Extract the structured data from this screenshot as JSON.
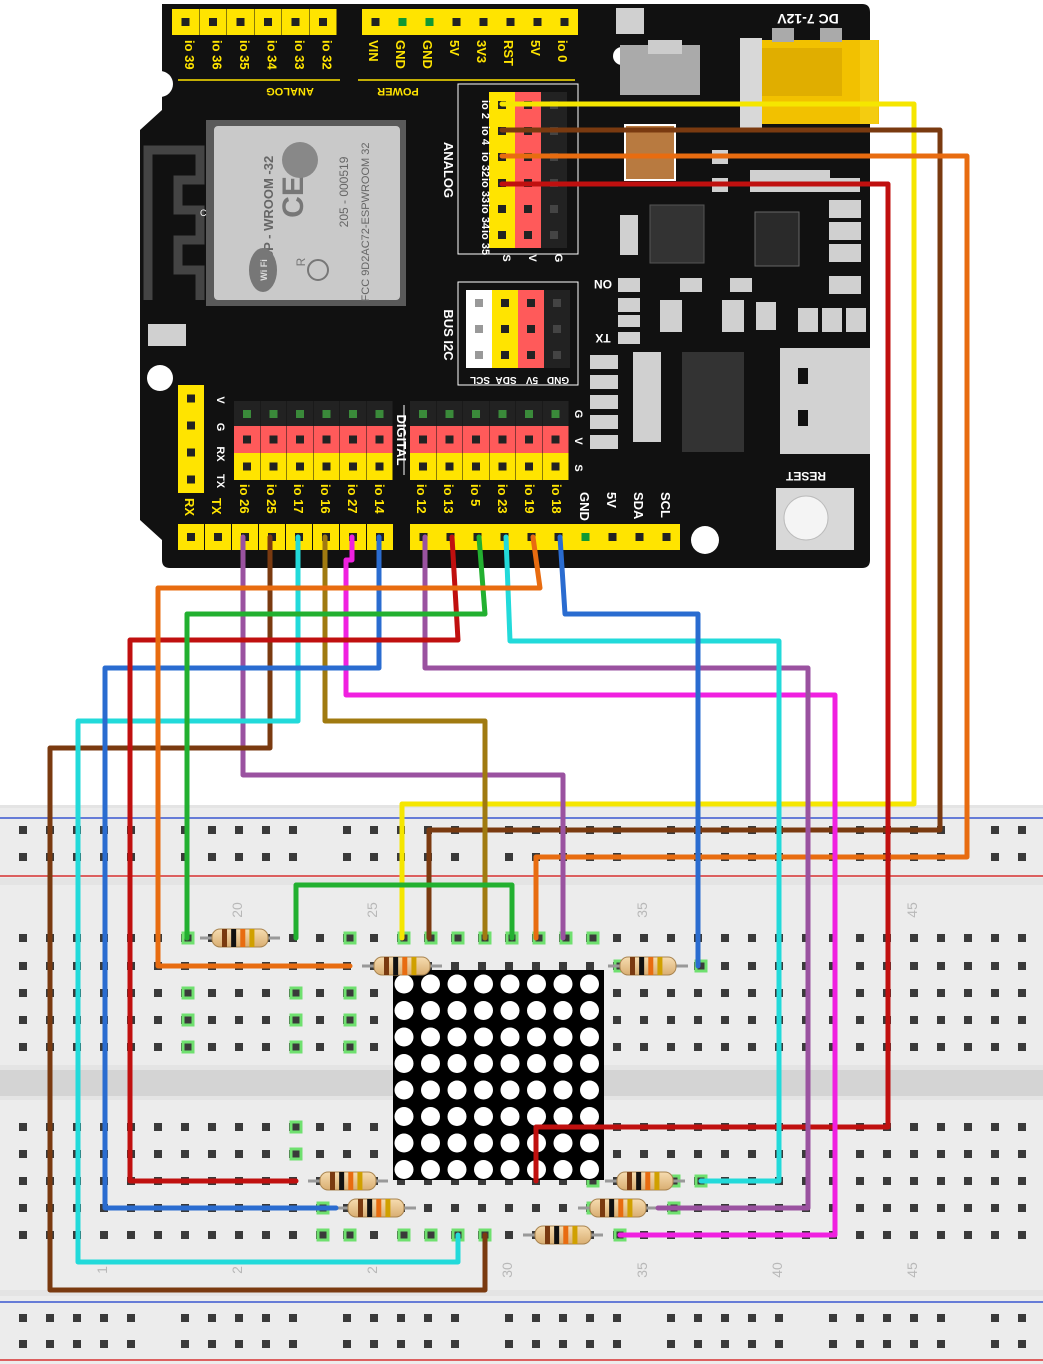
{
  "board": {
    "power_jack_label": "DC 7-12V",
    "analog_top_pins": [
      "io 39",
      "io 36",
      "io 35",
      "io 34",
      "io 33",
      "io 32"
    ],
    "analog_top_caption": "ANALOG",
    "power_pins": [
      "VIN",
      "GND",
      "GND",
      "5V",
      "3V3",
      "RST",
      "5V",
      "io 0"
    ],
    "power_caption": "POWER",
    "analog_side_caption": "ANALOG",
    "analog_side_pins": [
      "io 2",
      "io 4",
      "io 32",
      "io 33",
      "io 34",
      "io 35"
    ],
    "analog_side_footer": [
      "S",
      "V",
      "G"
    ],
    "module": {
      "name": "ESP - WROOM -32",
      "cert": "205 - 000519",
      "fcc": "FCC 9D2AC72-ESPWROOM 32",
      "wifi": "Wi Fi",
      "ce": "CE",
      "r": "R",
      "c": "C"
    },
    "on_label": "ON",
    "tx_label": "TX",
    "bus_caption": "BUS I2C",
    "bus_footer": [
      "SCL",
      "SDA",
      "5V",
      "GND"
    ],
    "uart_side": [
      "V",
      "G",
      "RX",
      "TX"
    ],
    "uart_bottom": [
      "RX",
      "TX"
    ],
    "digital_caption": "DIGITAL",
    "digital_left_pins": [
      "io 26",
      "io 25",
      "io 17",
      "io 16",
      "io 27",
      "io 14"
    ],
    "digital_right_pins": [
      "io 12",
      "io 13",
      "io 5",
      "io 23",
      "io 19",
      "io 18"
    ],
    "digital_gvs": [
      "G",
      "V",
      "S"
    ],
    "bottom_right_pins": [
      "GND",
      "5V",
      "SDA",
      "SCL"
    ],
    "reset_label": "RESET"
  },
  "breadboard": {
    "top_numbers": [
      "20",
      "25",
      "35",
      "45"
    ],
    "bottom_numbers": [
      "1",
      "2",
      "2",
      "30",
      "35",
      "40",
      "45"
    ]
  },
  "colors": {
    "board": "#111111",
    "header_yellow": "#ffe400",
    "header_red": "#ff5a5a",
    "wire_yellow": "#f5e600",
    "wire_brown": "#7a3a10",
    "wire_orange": "#e86c10",
    "wire_red": "#c0100f",
    "wire_green": "#22b030",
    "wire_cyan": "#22dada",
    "wire_blue": "#2a6cd0",
    "wire_purple": "#9a52a0",
    "wire_magenta": "#f020e0",
    "wire_olive": "#a07a10"
  }
}
